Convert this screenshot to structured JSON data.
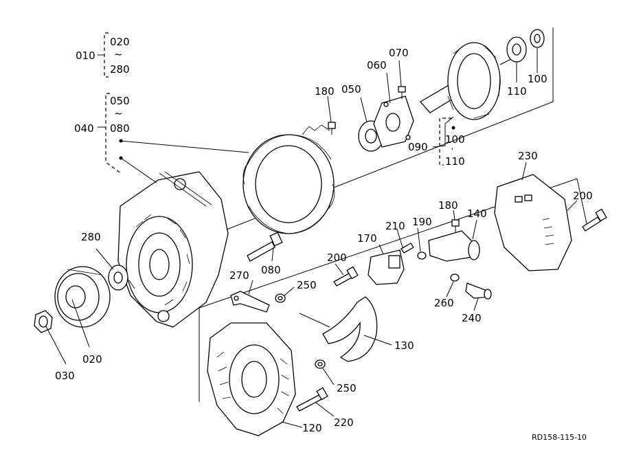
{
  "drawing_code": "RD158-115-10",
  "groups": {
    "g010": {
      "label": "010",
      "from": "020",
      "tilde": "~",
      "to": "280"
    },
    "g040": {
      "label": "040",
      "from": "050",
      "tilde": "~",
      "to": "080"
    },
    "g090": {
      "label": "090",
      "from": "100",
      "dot": "·",
      "to": "110"
    }
  },
  "callouts": {
    "c020": "020",
    "c030": "030",
    "c050": "050",
    "c060": "060",
    "c070": "070",
    "c080": "080",
    "c100": "100",
    "c110": "110",
    "c120": "120",
    "c130": "130",
    "c140": "140",
    "c170": "170",
    "c180a": "180",
    "c180b": "180",
    "c190": "190",
    "c200a": "200",
    "c200b": "200",
    "c210": "210",
    "c220": "220",
    "c230": "230",
    "c240": "240",
    "c250a": "250",
    "c250b": "250",
    "c260": "260",
    "c270": "270",
    "c280": "280"
  }
}
